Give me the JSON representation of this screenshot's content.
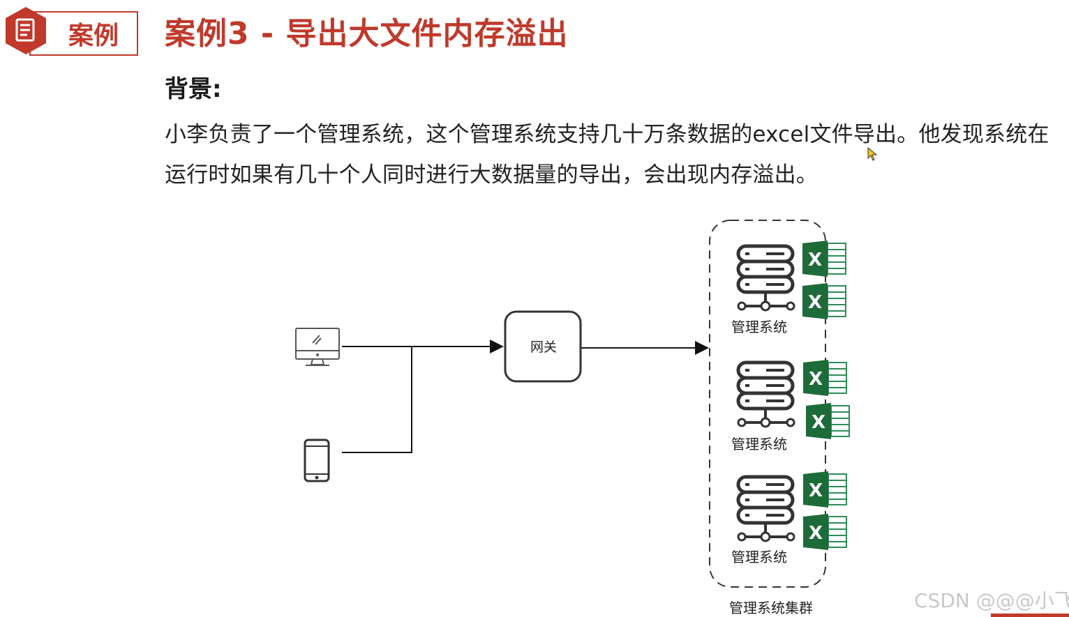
{
  "header": {
    "badge_label": "案例",
    "title": "案例3 - 导出大文件内存溢出"
  },
  "content": {
    "section_heading": "背景:",
    "paragraph": "小李负责了一个管理系统，这个管理系统支持几十万条数据的excel文件导出。他发现系统在运行时如果有几十个人同时进行大数据量的导出，会出现内存溢出。"
  },
  "diagram": {
    "gateway_label": "网关",
    "clients": [
      {
        "icon": "desktop-monitor-icon"
      },
      {
        "icon": "mobile-phone-icon"
      }
    ],
    "cluster_label": "管理系统集群",
    "servers": [
      {
        "label": "管理系统",
        "excel_icons": 2
      },
      {
        "label": "管理系统",
        "excel_icons": 2
      },
      {
        "label": "管理系统",
        "excel_icons": 2
      }
    ],
    "excel_glyph": "X"
  },
  "watermark": "CSDN @@@小飞",
  "colors": {
    "accent": "#c0392b",
    "excel_dark": "#1e6b3a",
    "excel_light": "#2e8b57",
    "server_stroke": "#333333"
  }
}
